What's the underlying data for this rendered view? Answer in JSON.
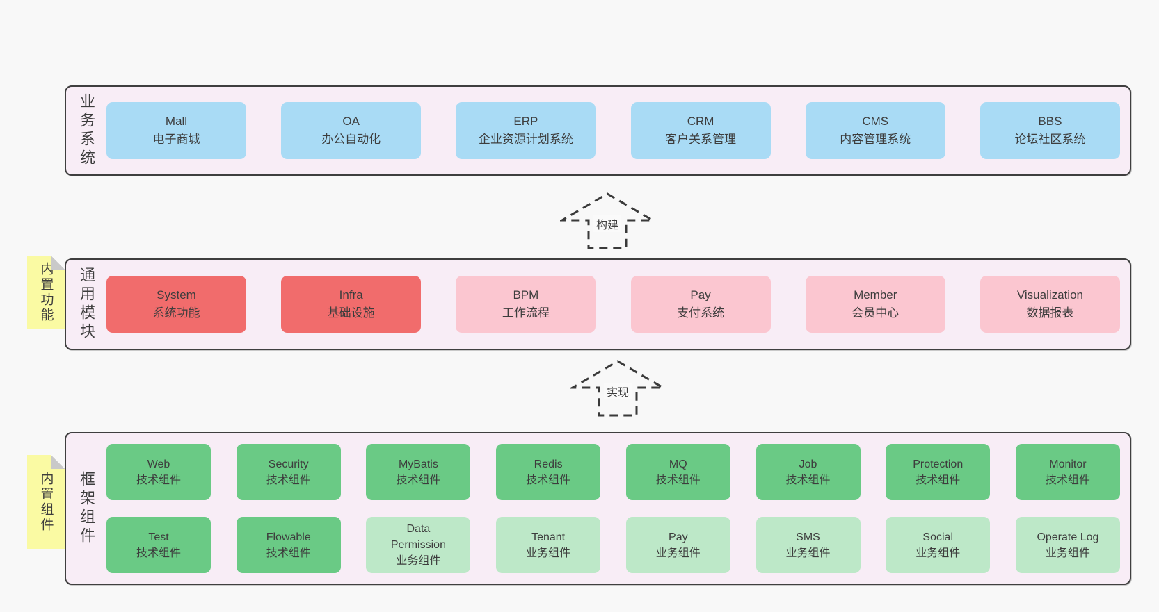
{
  "layers": {
    "business": {
      "label": "业务系统",
      "items": [
        {
          "name": "Mall",
          "desc": "电子商城"
        },
        {
          "name": "OA",
          "desc": "办公自动化"
        },
        {
          "name": "ERP",
          "desc": "企业资源计划系统"
        },
        {
          "name": "CRM",
          "desc": "客户关系管理"
        },
        {
          "name": "CMS",
          "desc": "内容管理系统"
        },
        {
          "name": "BBS",
          "desc": "论坛社区系统"
        }
      ]
    },
    "modules": {
      "label": "通用模块",
      "sticky": "内置功能",
      "items": [
        {
          "name": "System",
          "desc": "系统功能",
          "variant": "red"
        },
        {
          "name": "Infra",
          "desc": "基础设施",
          "variant": "red"
        },
        {
          "name": "BPM",
          "desc": "工作流程",
          "variant": "pink"
        },
        {
          "name": "Pay",
          "desc": "支付系统",
          "variant": "pink"
        },
        {
          "name": "Member",
          "desc": "会员中心",
          "variant": "pink"
        },
        {
          "name": "Visualization",
          "desc": "数据报表",
          "variant": "pink"
        }
      ]
    },
    "components": {
      "label": "框架组件",
      "sticky": "内置组件",
      "items": [
        {
          "name": "Web",
          "desc": "技术组件",
          "variant": "green"
        },
        {
          "name": "Security",
          "desc": "技术组件",
          "variant": "green"
        },
        {
          "name": "MyBatis",
          "desc": "技术组件",
          "variant": "green"
        },
        {
          "name": "Redis",
          "desc": "技术组件",
          "variant": "green"
        },
        {
          "name": "MQ",
          "desc": "技术组件",
          "variant": "green"
        },
        {
          "name": "Job",
          "desc": "技术组件",
          "variant": "green"
        },
        {
          "name": "Protection",
          "desc": "技术组件",
          "variant": "green"
        },
        {
          "name": "Monitor",
          "desc": "技术组件",
          "variant": "green"
        },
        {
          "name": "Test",
          "desc": "技术组件",
          "variant": "green"
        },
        {
          "name": "Flowable",
          "desc": "技术组件",
          "variant": "green"
        },
        {
          "name": "Data Permission",
          "desc": "业务组件",
          "variant": "light-green"
        },
        {
          "name": "Tenant",
          "desc": "业务组件",
          "variant": "light-green"
        },
        {
          "name": "Pay",
          "desc": "业务组件",
          "variant": "light-green"
        },
        {
          "name": "SMS",
          "desc": "业务组件",
          "variant": "light-green"
        },
        {
          "name": "Social",
          "desc": "业务组件",
          "variant": "light-green"
        },
        {
          "name": "Operate Log",
          "desc": "业务组件",
          "variant": "light-green"
        }
      ]
    }
  },
  "arrows": {
    "build": "构建",
    "implement": "实现"
  },
  "colors": {
    "page_bg": "#f8f8f8",
    "container_bg": "#f8edf6",
    "container_border": "#3f3f3f",
    "blue": "#a9dbf5",
    "red": "#f16c6c",
    "pink": "#fbc6d0",
    "green": "#6aca85",
    "light_green": "#bde8c8",
    "sticky_yellow": "#fafaa3"
  }
}
